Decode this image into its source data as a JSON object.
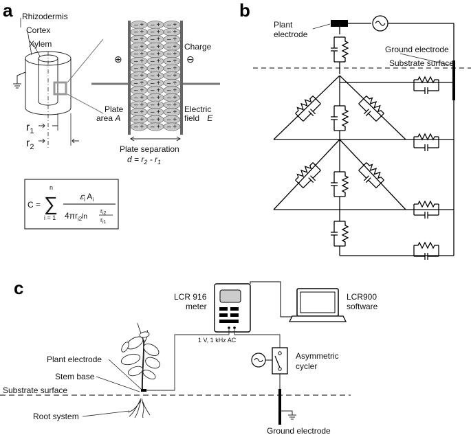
{
  "panels": {
    "a": "a",
    "b": "b",
    "c": "c"
  },
  "panel_a": {
    "rhizodermis": "Rhizodermis",
    "cortex": "Cortex",
    "xylem": "Xylem",
    "plus": "⊕",
    "charge": "Charge",
    "minus": "⊖",
    "plate_area_1": "Plate",
    "plate_area_2": "area",
    "plate_area_sym": "A",
    "electric_field_1": "Electric",
    "electric_field_2": "field",
    "electric_field_sym": "E",
    "r1": "r",
    "r1_sub": "1",
    "r2": "r",
    "r2_sub": "2",
    "plate_separation": "Plate separation",
    "separation_formula": "d = r",
    "sep_sub2": "2",
    "sep_minus": " - r",
    "sep_sub1": "1",
    "cell_sign_top": "– +",
    "formula": {
      "lhs": "C =",
      "sum": "∑",
      "upper": "n",
      "lower": "i = 1",
      "numerator": "𝜀",
      "num_i": "i",
      "num_a": " A",
      "num_ai": "i",
      "den_pre": "4πr",
      "den_sub": "i2",
      "den_ln": "ln",
      "frac_top": "r",
      "frac_top_sub": "i2",
      "frac_bot": "r",
      "frac_bot_sub": "i1"
    }
  },
  "panel_b": {
    "plant_electrode_1": "Plant",
    "plant_electrode_2": "electrode",
    "ground_electrode": "Ground electrode",
    "substrate_surface": "Substrate surface"
  },
  "panel_c": {
    "meter_1": "LCR 916",
    "meter_2": "meter",
    "software_1": "LCR900",
    "software_2": "software",
    "ac": "1 V, 1 kHz AC",
    "cycler_1": "Asymmetric",
    "cycler_2": "cycler",
    "plant_electrode": "Plant electrode",
    "stem_base": "Stem base",
    "substrate_surface": "Substrate surface",
    "root_system": "Root system",
    "ground_electrode": "Ground electrode"
  }
}
